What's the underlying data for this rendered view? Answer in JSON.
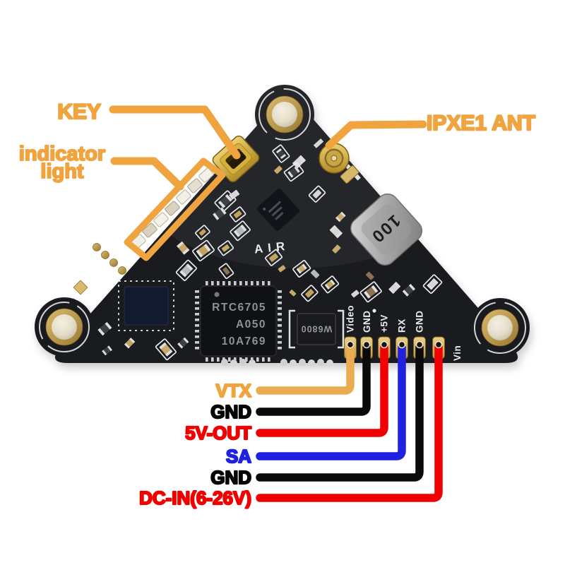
{
  "colors": {
    "annotation_orange": "#F0A440",
    "wire_orange": "#EBAB50",
    "black": "#0A0A0A",
    "red": "#F00000",
    "blue": "#2020E0",
    "board": "#1A1B1F",
    "gold": "#D9B96A",
    "silkscreen": "#E9ECEF"
  },
  "callouts": {
    "key": "KEY",
    "indicator_line1": "indicator",
    "indicator_line2": "light",
    "antenna": "IPXE1 ANT"
  },
  "pins": [
    {
      "name": "Video",
      "wire": "#EBAB50"
    },
    {
      "name": "GND",
      "wire": "#0A0A0A"
    },
    {
      "name": "+5V",
      "wire": "#F00000"
    },
    {
      "name": "RX",
      "wire": "#2020E0"
    },
    {
      "name": "GND",
      "wire": "#0A0A0A"
    },
    {
      "name": "Vin",
      "wire": "#F00000"
    }
  ],
  "wire_labels": [
    {
      "text": "VTX",
      "color": "#F0A440"
    },
    {
      "text": "GND",
      "color": "#050505"
    },
    {
      "text": "5V-OUT",
      "color": "#F00000"
    },
    {
      "text": "SA",
      "color": "#2020E0"
    },
    {
      "text": "GND",
      "color": "#050505"
    },
    {
      "text": "DC-IN(6-26V)",
      "color": "#F00000"
    }
  ],
  "silkscreen": {
    "air": "AIR"
  },
  "chips": {
    "rtc_line1": "RTC6705",
    "rtc_line2": "A050",
    "rtc_line3": "10A769",
    "crystal": "W6800",
    "inductor": "100"
  }
}
